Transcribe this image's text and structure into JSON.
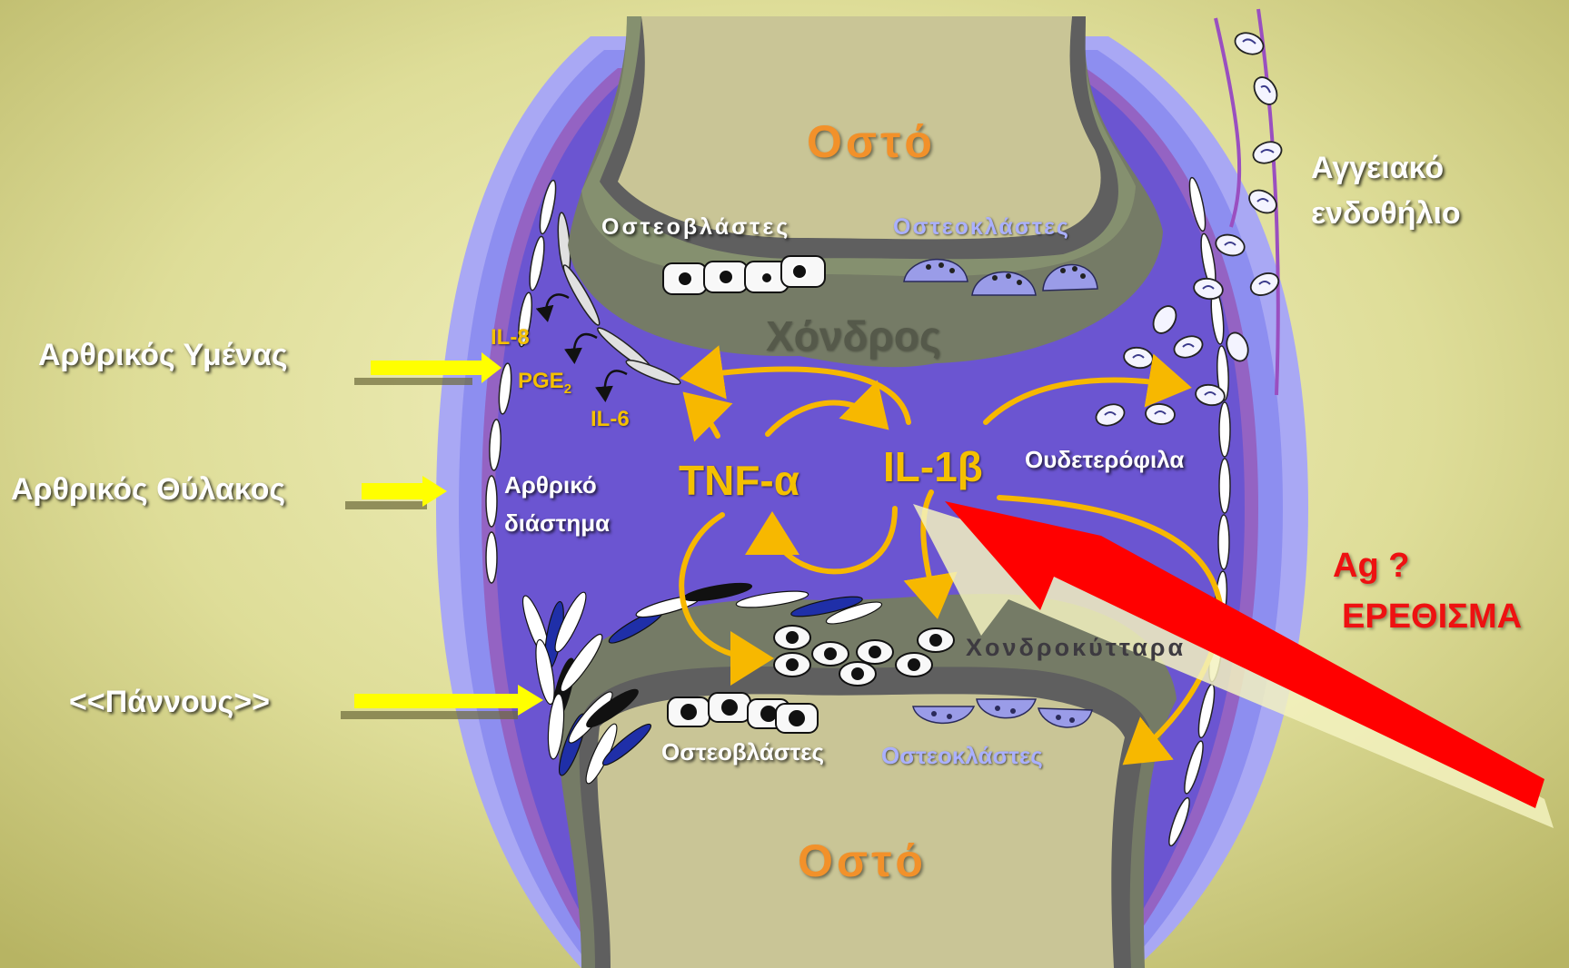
{
  "colors": {
    "background": "#e0df9c",
    "bone": "#c9c596",
    "cartilage": "#7d8570",
    "synovial_space": "#6b55d1",
    "capsule": "#8f8ff2",
    "cytokine_arrow": "#f7b800",
    "stimulus_arrow": "#ff0000",
    "pointer_arrow": "#ffff00"
  },
  "labels": {
    "bone_top": "Οστό",
    "bone_bottom": "Οστό",
    "cartilage": "Χόνδρος",
    "osteoblasts_top": "Οστεοβλάστες",
    "osteoclasts_top": "Οστεοκλάστες",
    "osteoblasts_bottom": "Οστεοβλάστες",
    "osteoclasts_bottom": "Οστεοκλάστες",
    "chondrocytes": "Χονδροκύτταρα",
    "synovial_membrane": "Αρθρικός Υμένας",
    "joint_capsule": "Αρθρικός Θύλακος",
    "pannus": "<<Πάννους>>",
    "joint_space_line1": "Αρθρικό",
    "joint_space_line2": "διάστημα",
    "vascular_endothelium_line1": "Αγγειακό",
    "vascular_endothelium_line2": "ενδοθήλιο",
    "neutrophils": "Ουδετερόφιλα",
    "antigen": "Ag ?",
    "stimulus": "ΕΡΕΘΙΣΜΑ"
  },
  "cytokines": {
    "tnf": "TNF-α",
    "il1": "IL-1β",
    "il8": "IL-8",
    "pge2_base": "PGE",
    "pge2_sub": "2",
    "il6": "IL-6"
  }
}
